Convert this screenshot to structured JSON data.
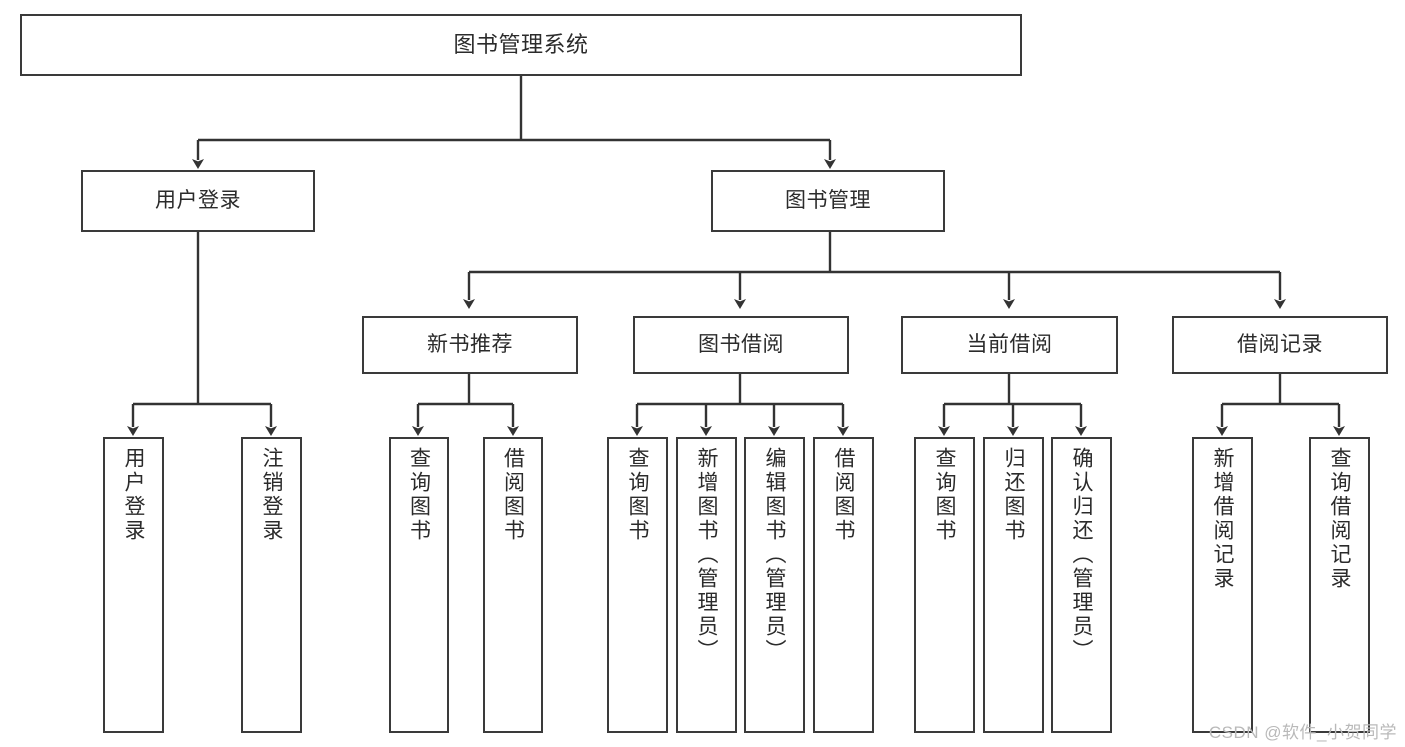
{
  "diagram": {
    "title": "图书管理系统",
    "watermark": "CSDN @软件_小贺同学",
    "colors": {
      "box_border": "#3a3a3a",
      "box_fill": "#ffffff",
      "connector": "#333333",
      "text": "#2b2b2b",
      "watermark": "#b9b9b9"
    },
    "levels": {
      "root": "图书管理系统",
      "level2": [
        "用户登录",
        "图书管理"
      ],
      "level3": [
        "新书推荐",
        "图书借阅",
        "当前借阅",
        "借阅记录"
      ]
    },
    "nodes": {
      "root": {
        "label": "图书管理系统"
      },
      "user_login": {
        "label": "用户登录"
      },
      "book_manage": {
        "label": "图书管理"
      },
      "new_book_rec": {
        "label": "新书推荐"
      },
      "book_borrow": {
        "label": "图书借阅"
      },
      "current_borrow": {
        "label": "当前借阅"
      },
      "borrow_record": {
        "label": "借阅记录"
      },
      "leaf_user_login": {
        "label": "用户登录"
      },
      "leaf_user_logout": {
        "label": "注销登录"
      },
      "leaf_query_book_1": {
        "label": "查询图书"
      },
      "leaf_borrow_book_1": {
        "label": "借阅图书"
      },
      "leaf_query_book_2": {
        "label": "查询图书"
      },
      "leaf_add_book": {
        "label": "新增图书（管理员）"
      },
      "leaf_edit_book": {
        "label": "编辑图书（管理员）"
      },
      "leaf_borrow_book_2": {
        "label": "借阅图书"
      },
      "leaf_query_book_3": {
        "label": "查询图书"
      },
      "leaf_return_book": {
        "label": "归还图书"
      },
      "leaf_confirm_return": {
        "label": "确认归还（管理员）"
      },
      "leaf_add_record": {
        "label": "新增借阅记录"
      },
      "leaf_query_record": {
        "label": "查询借阅记录"
      }
    },
    "tree": [
      {
        "label": "图书管理系统",
        "children": [
          {
            "label": "用户登录",
            "children": [
              {
                "label": "用户登录"
              },
              {
                "label": "注销登录"
              }
            ]
          },
          {
            "label": "图书管理",
            "children": [
              {
                "label": "新书推荐",
                "children": [
                  {
                    "label": "查询图书"
                  },
                  {
                    "label": "借阅图书"
                  }
                ]
              },
              {
                "label": "图书借阅",
                "children": [
                  {
                    "label": "查询图书"
                  },
                  {
                    "label": "新增图书（管理员）"
                  },
                  {
                    "label": "编辑图书（管理员）"
                  },
                  {
                    "label": "借阅图书"
                  }
                ]
              },
              {
                "label": "当前借阅",
                "children": [
                  {
                    "label": "查询图书"
                  },
                  {
                    "label": "归还图书"
                  },
                  {
                    "label": "确认归还（管理员）"
                  }
                ]
              },
              {
                "label": "借阅记录",
                "children": [
                  {
                    "label": "新增借阅记录"
                  },
                  {
                    "label": "查询借阅记录"
                  }
                ]
              }
            ]
          }
        ]
      }
    ]
  }
}
